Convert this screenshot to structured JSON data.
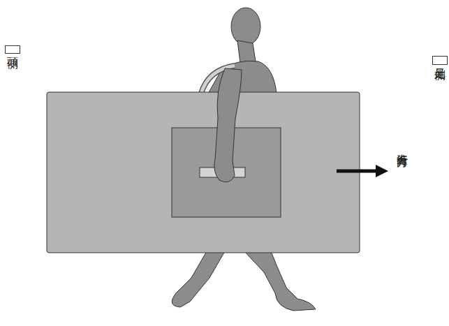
{
  "diagram": {
    "nodes": [
      {
        "text": [
          "頭側"
        ]
      },
      {
        "text": [
          "足元側"
        ]
      }
    ],
    "labels": [
      "進行方向"
    ]
  }
}
